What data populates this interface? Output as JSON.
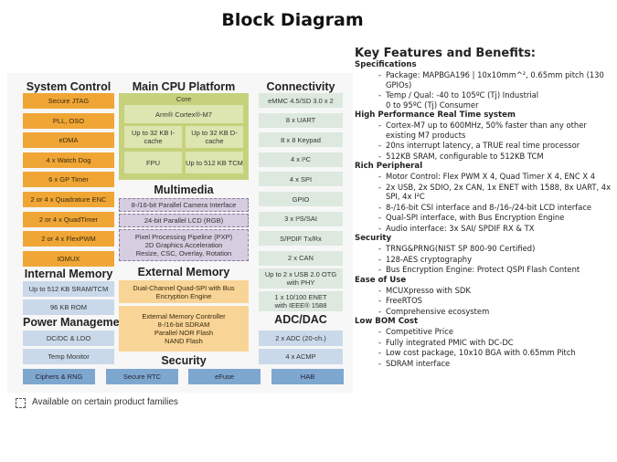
{
  "page_title": "Block Diagram",
  "diagram": {
    "system_control": {
      "title": "System Control",
      "items": [
        "Secure JTAG",
        "PLL, OSO",
        "eDMA",
        "4 x Watch Dog",
        "6 x GP Timer",
        "2 or 4 x Quadrature ENC",
        "2 or 4 x QuadTimer",
        "2 or 4 x FlexPWM",
        "IOMUX"
      ]
    },
    "internal_memory": {
      "title": "Internal Memory",
      "items": [
        "Up to 512 KB SRAM/TCM",
        "96 KB ROM"
      ]
    },
    "power_management": {
      "title": "Power Management",
      "items": [
        "DC/DC & LDO",
        "Temp Monitor"
      ]
    },
    "main_cpu": {
      "title": "Main CPU Platform",
      "core_label": "Core",
      "cpu": "Arm® Cortex®-M7",
      "icache": "Up to 32 KB I-cache",
      "dcache": "Up to 32 KB D-cache",
      "fpu": "FPU",
      "tcm": "Up to 512 KB TCM"
    },
    "multimedia": {
      "title": "Multimedia",
      "items": [
        "8-/16-bit Parallel Camera Interface",
        "24-bit Parallel LCD (RGB)"
      ],
      "pxp_lines": [
        "Pixel Processing Pipeline (PXP)",
        "2D Graphics Acceleration",
        "Resize, CSC, Overlay, Rotation"
      ]
    },
    "external_memory": {
      "title": "External Memory",
      "qspi_lines": [
        "Dual-Channel Quad-SPI with Bus",
        "Encryption Engine"
      ],
      "emc_lines": [
        "External Memory Controller",
        "8-/16-bit SDRAM",
        "Parallel NOR Flash",
        "NAND Flash"
      ]
    },
    "connectivity": {
      "title": "Connectivity",
      "items": [
        "eMMC 4.5/SD 3.0 x 2",
        "8 x UART",
        "8 x 8 Keypad",
        "4 x I²C",
        "4 x SPI",
        "GPIO",
        "3 x I²S/SAI",
        "S/PDIF Tx/Rx",
        "2 x CAN"
      ],
      "usb_lines": [
        "Up to 2 x USB 2.0 OTG",
        "with PHY"
      ],
      "enet_lines": [
        "1 x 10/100 ENET",
        "with IEEE® 1588"
      ]
    },
    "adc_dac": {
      "title": "ADC/DAC",
      "items": [
        "2 x ADC (20-ch.)",
        "4 x ACMP"
      ]
    },
    "security": {
      "title": "Security",
      "items": [
        "Ciphers & RNG",
        "Secure RTC",
        "eFuse",
        "HAB"
      ]
    },
    "legend": "Available on certain product families",
    "colors": {
      "system_control": "#f0a635",
      "memory_power": "#c9d9ea",
      "security": "#7ea7cf",
      "connectivity": "#dde9df",
      "external_memory": "#f8d496",
      "cpu_platform": "#c6d17c",
      "multimedia": "#d6cde0"
    }
  },
  "features": {
    "title": "Key Features and Benefits:",
    "sections": [
      {
        "heading": "Specifications",
        "items": [
          "Package: MAPBGA196 | 10x10mm^², 0.65mm pitch (130 GPIOs)",
          "Temp / Qual: -40 to 105ºC (Tj) Industrial\n0 to 95ºC (Tj) Consumer"
        ]
      },
      {
        "heading": "High Performance Real Time system",
        "items": [
          "Cortex-M7 up to 600MHz, 50% faster than any other existing M7 products",
          "20ns interrupt latency, a TRUE real time processor",
          "512KB SRAM, configurable to 512KB TCM"
        ]
      },
      {
        "heading": "Rich Peripheral",
        "items": [
          "Motor Control: Flex PWM X 4, Quad Timer X 4, ENC X 4",
          "2x USB, 2x SDIO, 2x CAN, 1x ENET with 1588, 8x UART, 4x SPI, 4x I²C",
          "8-/16-bit CSI interface and 8-/16-/24-bit LCD interface",
          "Qual-SPI interface, with Bus Encryption Engine",
          "Audio interface: 3x SAI/ SPDIF RX & TX"
        ]
      },
      {
        "heading": "Security",
        "items": [
          "TRNG&PRNG(NIST SP 800-90 Certified)",
          "128-AES cryptography",
          "Bus Encryption Engine: Protect QSPI Flash Content"
        ]
      },
      {
        "heading": "Ease of Use",
        "items": [
          "MCUXpresso with SDK",
          "FreeRTOS",
          "Comprehensive ecosystem"
        ]
      },
      {
        "heading": "Low BOM Cost",
        "items": [
          "Competitive Price",
          "Fully integrated PMIC with DC-DC",
          "Low cost package, 10x10 BGA with 0.65mm Pitch",
          "SDRAM interface"
        ]
      }
    ]
  }
}
